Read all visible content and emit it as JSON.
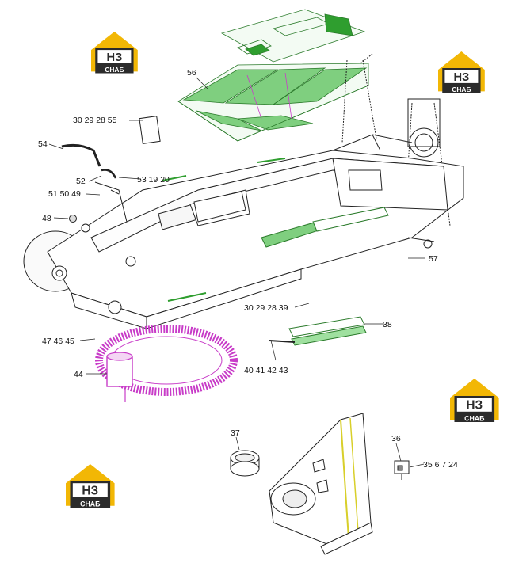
{
  "logo": {
    "top": "НЗ",
    "bottom": "СНАБ"
  },
  "callouts": {
    "c56": "56",
    "c30_55": "30 29 28 55",
    "c54": "54",
    "c52": "52",
    "c53": "53 19 20",
    "c51": "51 50 49",
    "c48": "48",
    "c57": "57",
    "c30_39": "30 29 28 39",
    "c38": "38",
    "c47": "47 46 45",
    "c40": "40  41  42  43",
    "c44": "44",
    "c37": "37",
    "c36": "36",
    "c35": "35 6 7 24"
  },
  "colors": {
    "green": "#2f9e2f",
    "magenta": "#c83cc8",
    "yellow": "#d8cf2a",
    "line": "#222222"
  }
}
